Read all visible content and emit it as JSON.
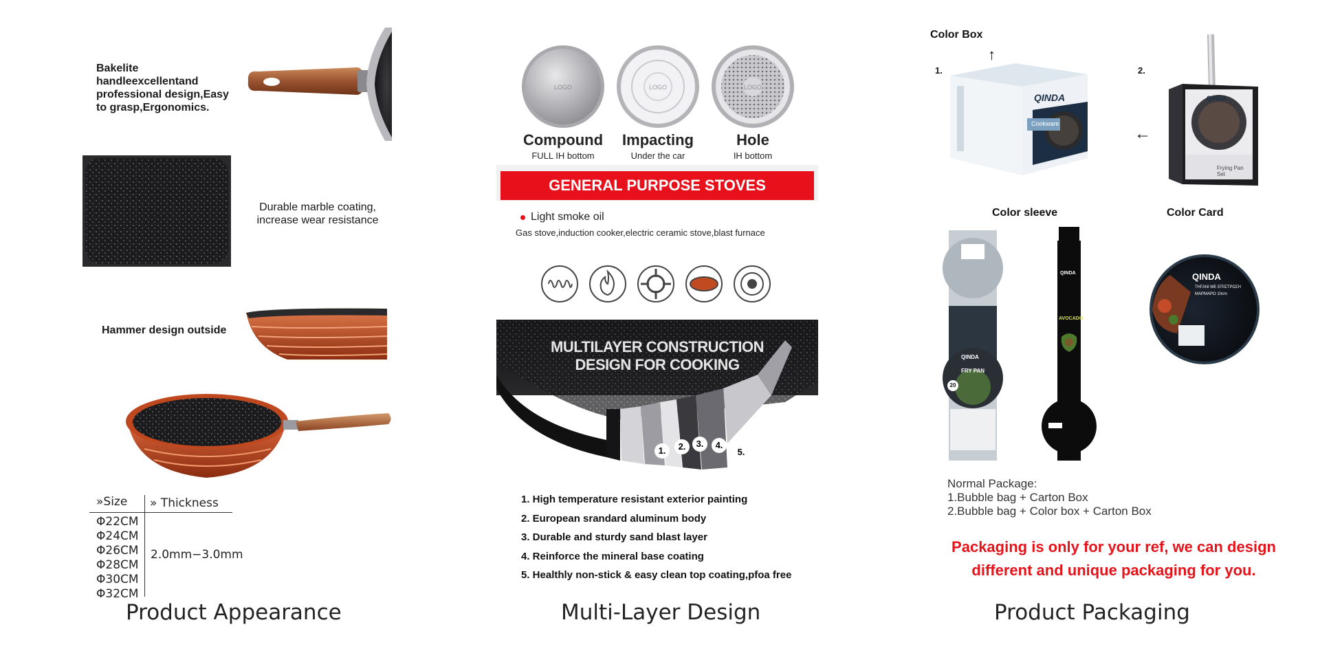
{
  "appearance": {
    "note_handle": "Bakelite handleexcellentand professional design,Easy to grasp,Ergonomics.",
    "note_coating": "Durable marble coating, increase wear resistance",
    "note_hammer": "Hammer design outside",
    "table": {
      "header_size": "»Size",
      "header_thickness": "» Thickness",
      "sizes": [
        "Φ22CM",
        "Φ24CM",
        "Φ26CM",
        "Φ28CM",
        "Φ30CM",
        "Φ32CM"
      ],
      "thickness": "2.0mm−3.0mm"
    },
    "caption": "Product Appearance"
  },
  "multilayer": {
    "bottoms": [
      {
        "name": "Compound",
        "sub": "FULL IH bottom",
        "logo": "LOGO"
      },
      {
        "name": "Impacting",
        "sub": "Under the car",
        "logo": "LOGO"
      },
      {
        "name": "Hole",
        "sub": "IH bottom",
        "logo": "LOGO"
      }
    ],
    "stoves_title": "GENERAL PURPOSE STOVES",
    "oil_note": "Light smoke oil",
    "stoves_list": "Gas stove,induction cooker,electric ceramic stove,blast furnace",
    "construction_title_1": "MULTILAYER CONSTRUCTION",
    "construction_title_2": "DESIGN FOR COOKING",
    "layer_numbers": [
      "1.",
      "2.",
      "3.",
      "4.",
      "5."
    ],
    "features": [
      "1. High temperature resistant exterior painting",
      "2. European srandard aluminum body",
      "3. Durable and sturdy sand blast layer",
      "4. Reinforce the mineral base coating",
      "5. Healthly non-stick & easy clean top coating,pfoa free"
    ],
    "caption": "Multi-Layer Design"
  },
  "packaging": {
    "color_box_label": "Color Box",
    "num1": "1.",
    "num2": "2.",
    "brand": "QINDA",
    "brand_tag": "Cookware",
    "box_side_text": "Frying Pan Set",
    "color_sleeve_label": "Color sleeve",
    "color_card_label": "Color Card",
    "sleeve_fry_pan": "FRY PAN",
    "sleeve_size": "20",
    "sleeve_avocado": "AVOCADO",
    "card_greek_1": "ΤΗΓΑΝΙ ΜΕ ΕΠΙΣΤΡΩΣΗ",
    "card_greek_2": "ΜΑΡΜΑΡΟ 10cm",
    "normal_package_title": "Normal Package:",
    "normal_package_1": "1.Bubble bag + Carton Box",
    "normal_package_2": "2.Bubble bag + Color box + Carton Box",
    "red_note_1": "Packaging is only for your ref, we can design",
    "red_note_2": "different and unique packaging for you.",
    "caption": "Product Packaging"
  },
  "colors": {
    "accent_red": "#e8101a",
    "copper": "#c9552b",
    "pan_black": "#1c1c1e"
  }
}
